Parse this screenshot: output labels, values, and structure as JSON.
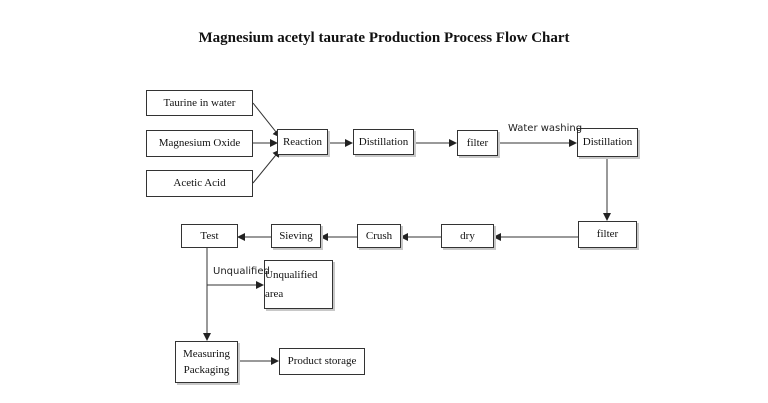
{
  "title": "Magnesium acetyl taurate Production Process Flow Chart",
  "nodes": {
    "taurine": "Taurine in water",
    "mgo": "Magnesium Oxide",
    "acetic": "Acetic Acid",
    "reaction": "Reaction",
    "distillation1": "Distillation",
    "filter1": "filter",
    "distillation2": "Distillation",
    "filter2": "filter",
    "dry": "dry",
    "crush": "Crush",
    "sieving": "Sieving",
    "test": "Test",
    "unqualified_area_line1": "Unqualified",
    "unqualified_area_line2": "area",
    "measuring_line1": "Measuring",
    "measuring_line2": "Packaging",
    "storage": "Product storage"
  },
  "edge_labels": {
    "water_washing": "Water washing",
    "unqualified": "Unqualified"
  }
}
